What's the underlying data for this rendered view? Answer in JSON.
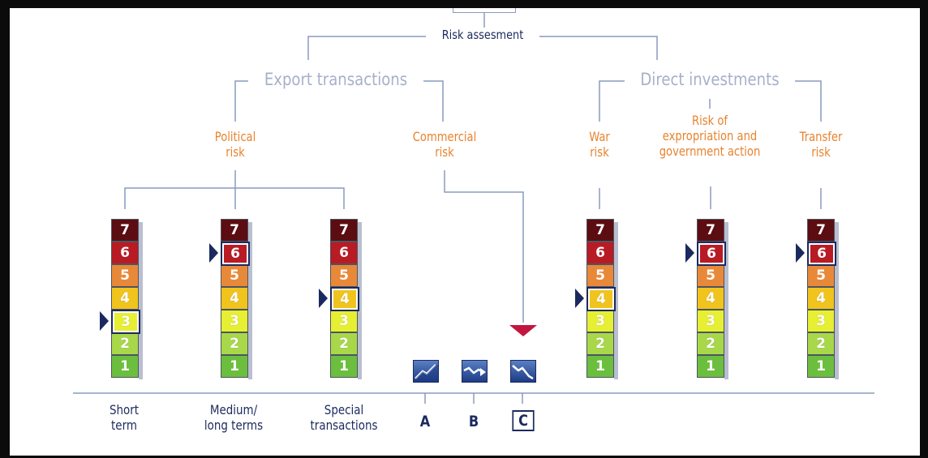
{
  "title": "Risk assesment",
  "categories": {
    "export": "Export transactions",
    "direct": "Direct investments"
  },
  "risk_types": {
    "political": "Political\nrisk",
    "commercial": "Commercial\nrisk",
    "war": "War\nrisk",
    "expropriation": "Risk of\nexpropriation and\ngovernment action",
    "transfer": "Transfer\nrisk"
  },
  "scale": [
    "7",
    "6",
    "5",
    "4",
    "3",
    "2",
    "1"
  ],
  "scale_colors": {
    "7": "#5c0d12",
    "6": "#b81b24",
    "5": "#e8893a",
    "4": "#f1c41d",
    "3": "#e6ef32",
    "2": "#a8d84a",
    "1": "#6cbf3e"
  },
  "stacks": [
    {
      "name": "Short\nterm",
      "level": "3"
    },
    {
      "name": "Medium/\nlong terms",
      "level": "6"
    },
    {
      "name": "Special\ntransactions",
      "level": "4"
    },
    {
      "name": "war-risk",
      "level": "4"
    },
    {
      "name": "expropriation-risk",
      "level": "6"
    },
    {
      "name": "transfer-risk",
      "level": "6"
    }
  ],
  "commercial_grades": [
    {
      "label": "A",
      "selected": false,
      "trend_icon": "trend-up-icon"
    },
    {
      "label": "B",
      "selected": false,
      "trend_icon": "trend-flat-icon"
    },
    {
      "label": "C",
      "selected": true,
      "trend_icon": "trend-down-icon"
    }
  ],
  "bottom_labels": {
    "short": "Short\nterm",
    "medium": "Medium/\nlong terms",
    "special": "Special\ntransactions"
  },
  "colors": {
    "navy": "#1b2a5e",
    "label_orange": "#e8832e",
    "category_grey": "#a6b0c9",
    "connector": "#8a9bbd",
    "indicator_red": "#c1173e"
  }
}
